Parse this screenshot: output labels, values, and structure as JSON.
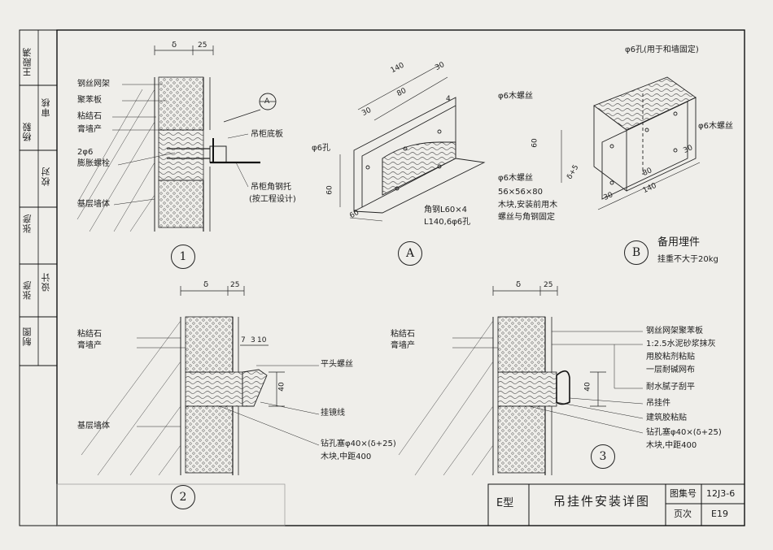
{
  "sidebar": {
    "signatures": [
      {
        "role": "审核",
        "name": "王殿满"
      },
      {
        "role": "校对",
        "name": "杨毅"
      },
      {
        "role": "设计",
        "name": "张彦"
      },
      {
        "role": "制图",
        "name": "张彦"
      }
    ]
  },
  "detail1": {
    "number": "1",
    "dims": {
      "delta": "δ",
      "d25": "25"
    },
    "labels_left": [
      "钢丝网架",
      "聚苯板",
      "粘结石",
      "膏墙产",
      "2φ6",
      "膨胀螺栓",
      "基层墙体"
    ],
    "labels_right": [
      "吊柜底板",
      "吊柜角钢托",
      "(按工程设计)"
    ],
    "ref": "A"
  },
  "detailA": {
    "number": "A",
    "dims": [
      "140",
      "30",
      "80",
      "30",
      "60",
      "60",
      "4"
    ],
    "labels": [
      "φ6木螺丝",
      "φ6孔",
      "φ6木螺丝",
      "56×56×80",
      "木块,安装前用木",
      "螺丝与角钢固定",
      "角钢L60×4",
      "L140,6φ6孔"
    ]
  },
  "detailB": {
    "number": "B",
    "title": "备用埋件",
    "subtitle": "挂重不大于20kg",
    "dims": [
      "60",
      "δ+5",
      "80",
      "30",
      "140",
      "30"
    ],
    "labels": [
      "φ6孔(用于和墙固定)",
      "φ6木螺丝"
    ]
  },
  "detail2": {
    "number": "2",
    "dims": {
      "delta": "δ",
      "d25": "25",
      "d7": "7",
      "d3": "3",
      "d10": "10",
      "d40": "40"
    },
    "labels_left": [
      "粘结石",
      "膏墙产",
      "基层墙体"
    ],
    "labels_right": [
      "平头螺丝",
      "挂镜线",
      "钻孔塞φ40×(δ+25)",
      "木块,中距400"
    ]
  },
  "detail3": {
    "number": "3",
    "dims": {
      "delta": "δ",
      "d25": "25",
      "d40": "40"
    },
    "labels_left": [
      "粘结石",
      "膏墙产"
    ],
    "labels_right": [
      "钢丝网架聚苯板",
      "1:2.5水泥砂浆抹灰",
      "用胶粘剂粘贴",
      "一层耐碱网布",
      "耐水腻子刮平",
      "吊挂件",
      "建筑胶粘贴",
      "钻孔塞φ40×(δ+25)",
      "木块,中距400"
    ]
  },
  "titleblock": {
    "type": "E型",
    "title": "吊挂件安装详图",
    "atlas_label": "图集号",
    "atlas_no": "12J3-6",
    "page_label": "页次",
    "page_no": "E19"
  },
  "colors": {
    "ink": "#1d1d1d",
    "paper": "#efeeea"
  }
}
